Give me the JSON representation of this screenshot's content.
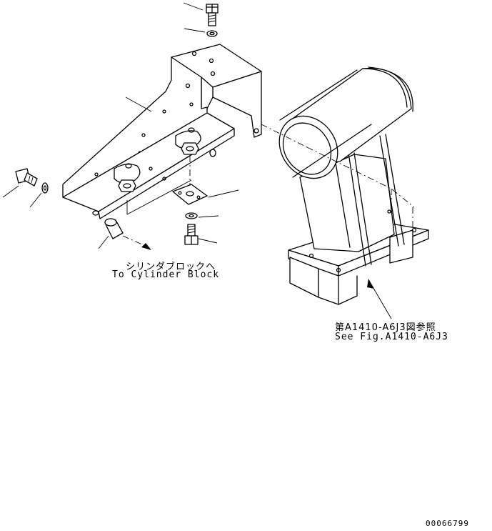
{
  "labels": {
    "cylinder_block_jp": "シリンダブロックへ",
    "cylinder_block_en": "To Cylinder Block",
    "fig_ref_jp": "第A1410-A6J3図参照",
    "fig_ref_en": "See Fig.A1410-A6J3",
    "drawing_number": "00066799"
  }
}
